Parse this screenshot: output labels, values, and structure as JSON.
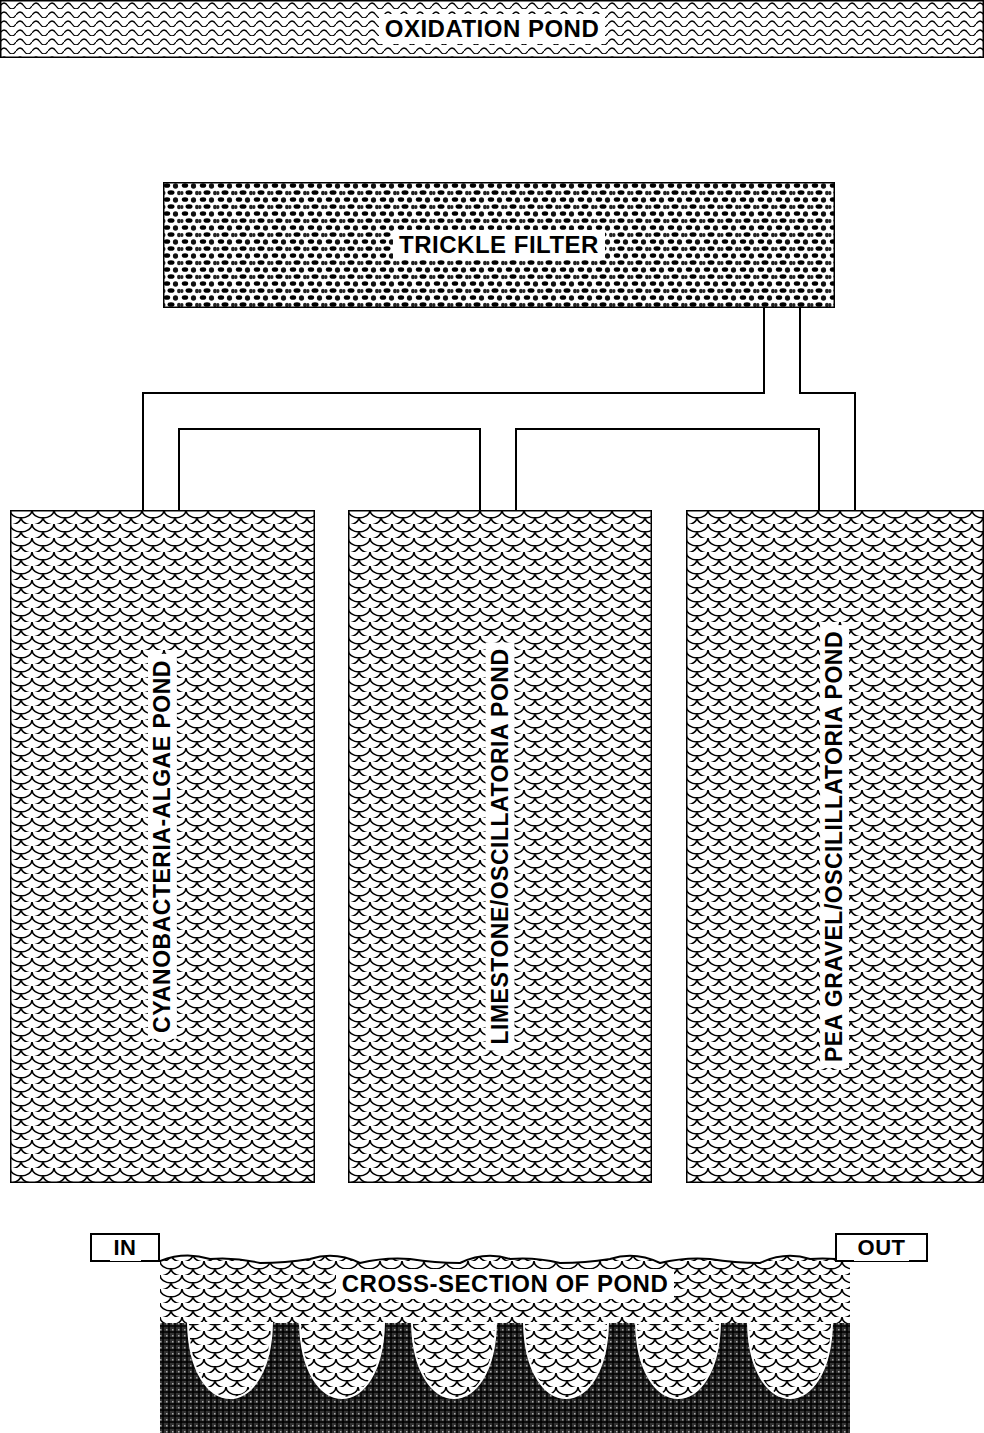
{
  "diagram": {
    "nodes": [
      {
        "text": [
          "OXIDATION POND"
        ]
      },
      {
        "text": [
          "TRICKLE FILTER"
        ]
      },
      {
        "text": [
          "CYANOBACTERIA-ALGAE POND"
        ]
      },
      {
        "text": [
          "LIMESTONE/OSCILLATORIA POND"
        ]
      },
      {
        "text": [
          "PEA GRAVEL/OSCILILLATORIA POND"
        ]
      },
      {
        "text": [
          "IN"
        ]
      },
      {
        "text": [
          "CROSS-SECTION OF POND"
        ]
      },
      {
        "text": [
          "OUT"
        ]
      }
    ],
    "edges": [
      {
        "from": 1,
        "to": 2,
        "arrow": "none"
      },
      {
        "from": 1,
        "to": 3,
        "arrow": "none"
      },
      {
        "from": 1,
        "to": 4,
        "arrow": "none"
      }
    ]
  }
}
